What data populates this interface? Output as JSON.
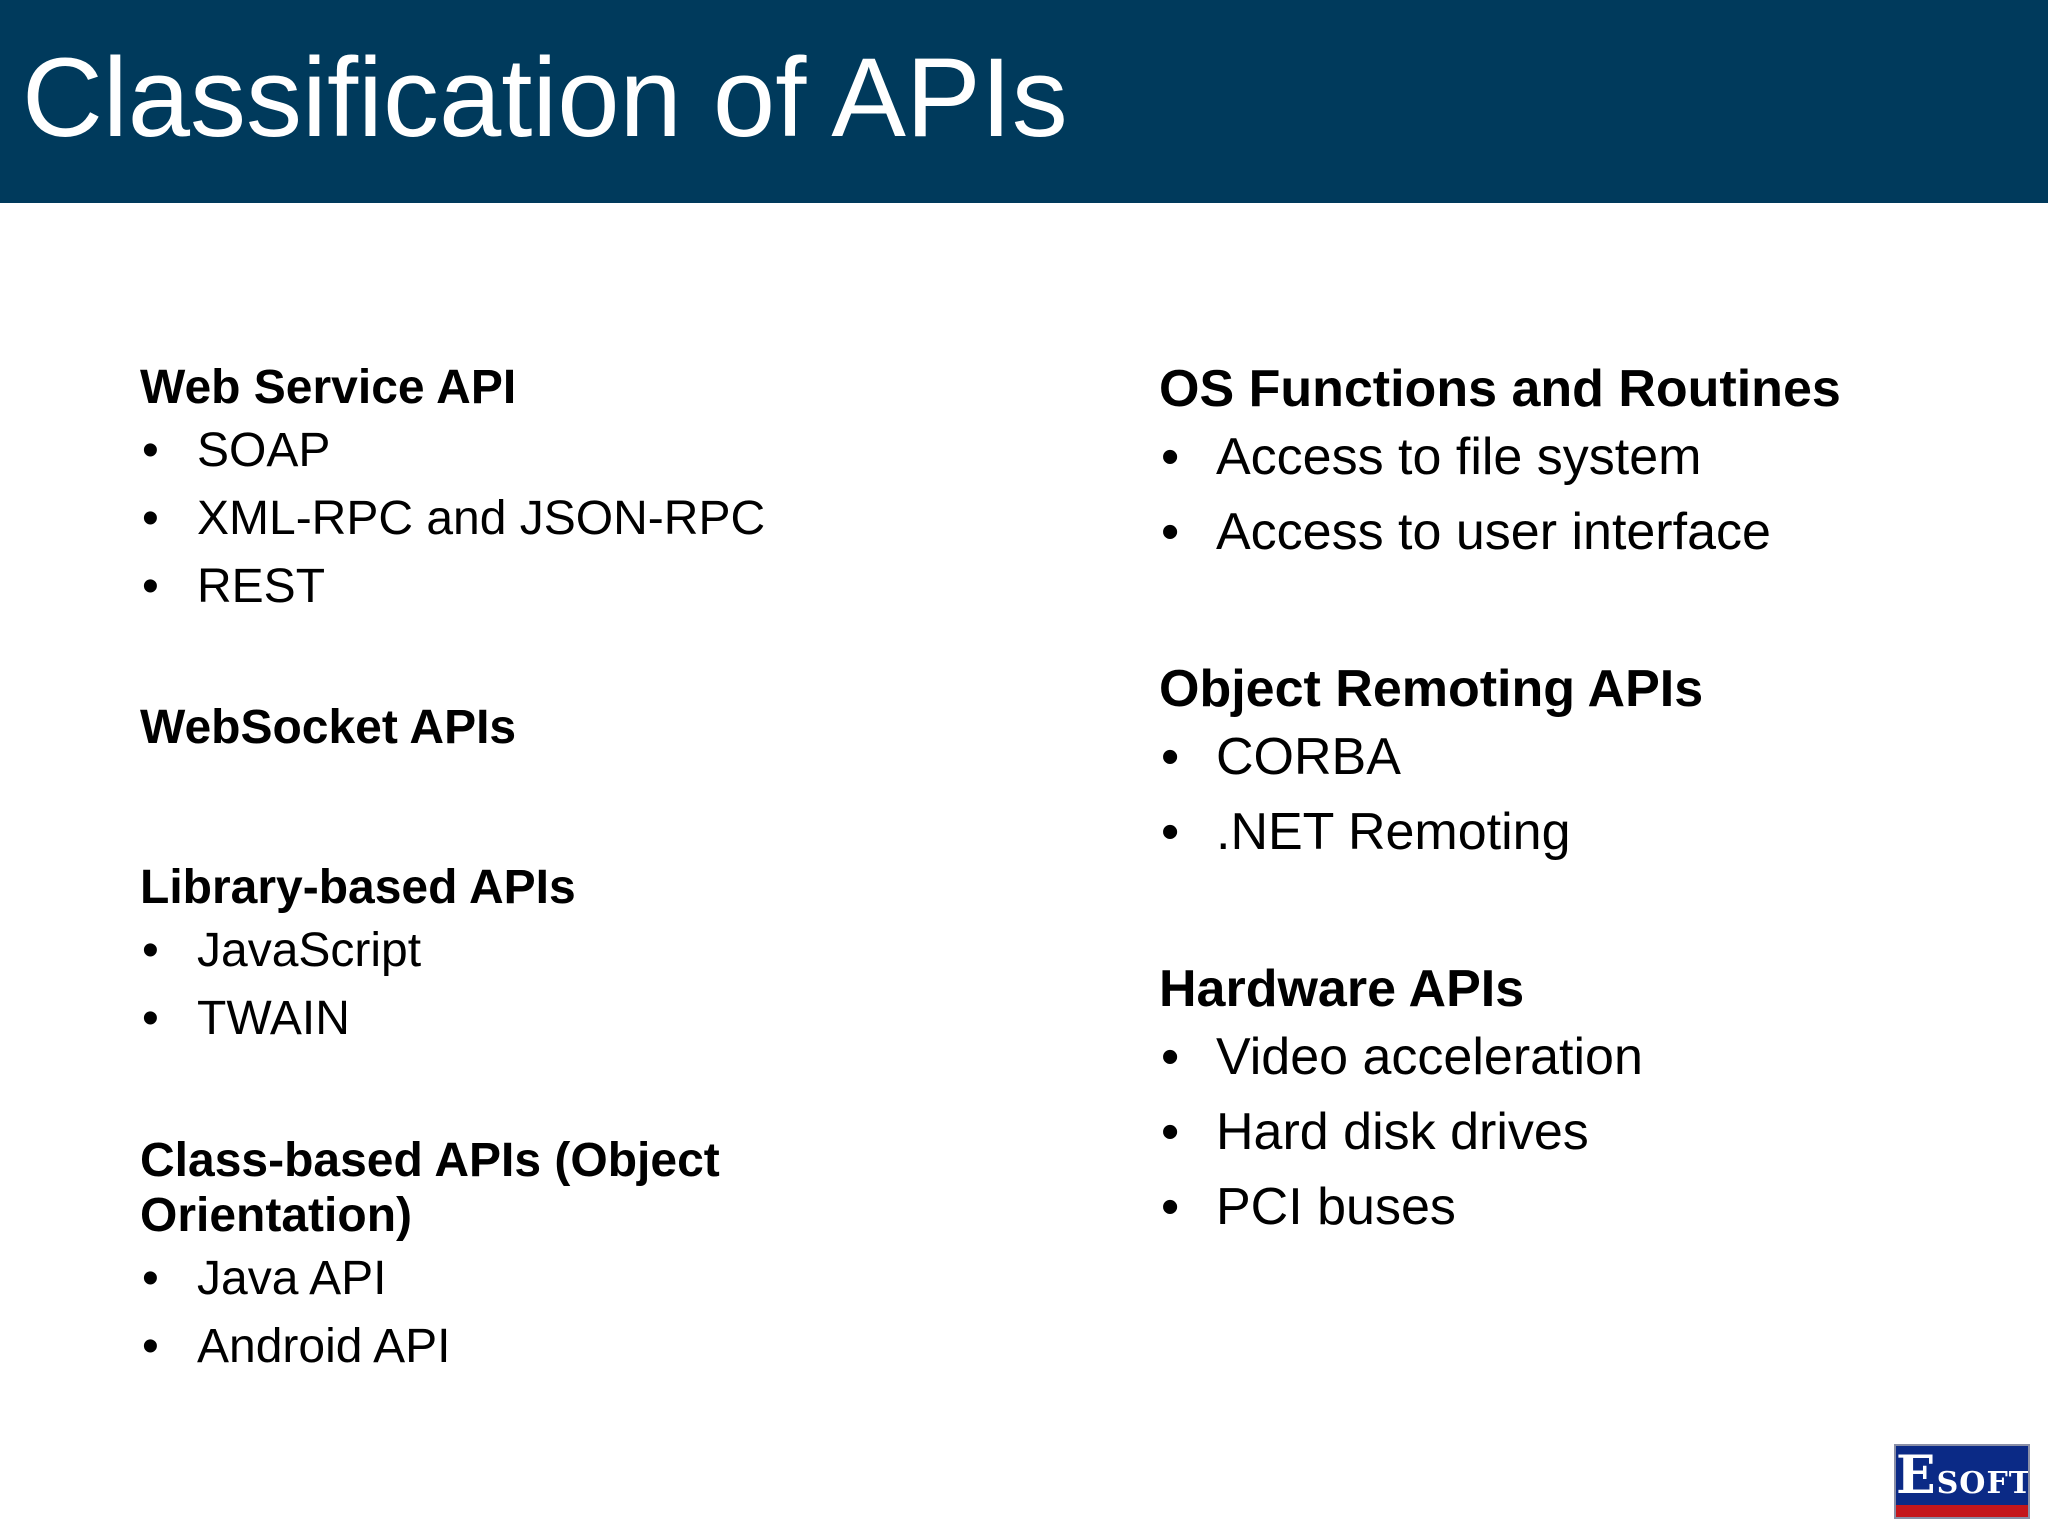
{
  "slide": {
    "title": "Classification of APIs",
    "colors": {
      "title_bar": "#003a5c",
      "title_text": "#ffffff",
      "body_text": "#000000",
      "logo_blue": "#0b2a86",
      "logo_red": "#c4161c"
    }
  },
  "left_column": {
    "web_service": {
      "heading": "Web Service API",
      "items": [
        "SOAP",
        "XML-RPC and JSON-RPC",
        "REST"
      ]
    },
    "websocket": {
      "heading": "WebSocket APIs"
    },
    "library": {
      "heading": "Library-based APIs",
      "items": [
        "JavaScript",
        "TWAIN"
      ]
    },
    "class_based": {
      "heading": "Class-based APIs (Object Orientation)",
      "items": [
        "Java API",
        "Android API"
      ]
    }
  },
  "right_column": {
    "os": {
      "heading": "OS Functions and Routines",
      "items": [
        "Access to file system",
        "Access to user interface"
      ]
    },
    "remoting": {
      "heading": "Object Remoting APIs",
      "items": [
        "CORBA",
        ".NET Remoting"
      ]
    },
    "hardware": {
      "heading": "Hardware APIs",
      "items": [
        "Video acceleration",
        "Hard disk drives",
        "PCI buses"
      ]
    }
  },
  "logo": {
    "initial": "E",
    "rest": "SOFT",
    "icon": "esoft-logo"
  }
}
